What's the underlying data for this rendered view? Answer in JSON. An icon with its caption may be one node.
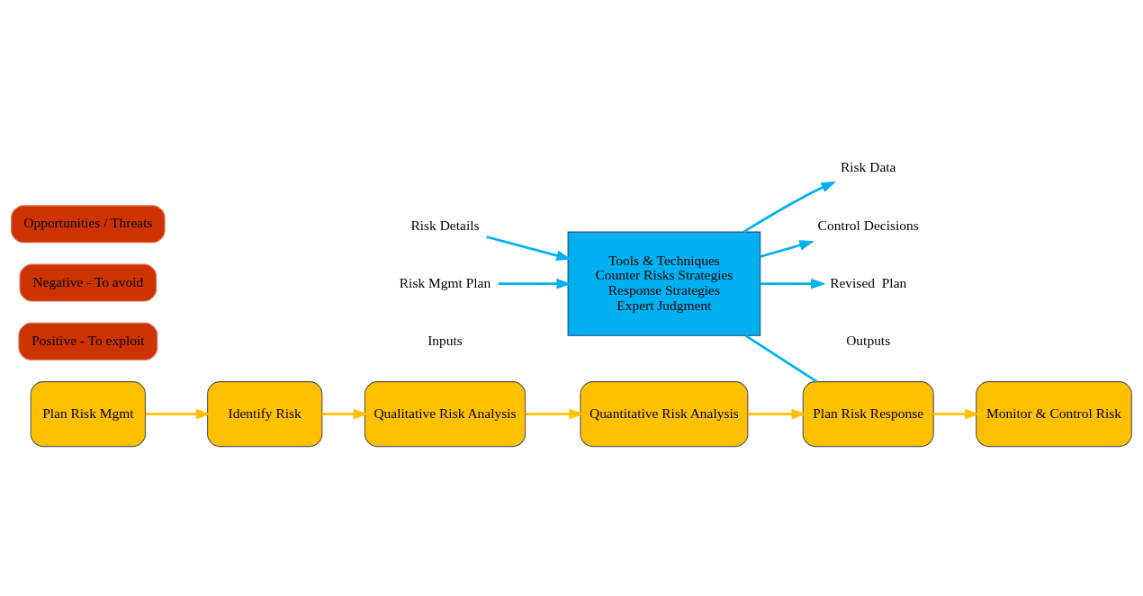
{
  "diagram": {
    "nodes": [
      {
        "text": [
          "Risk Details"
        ]
      },
      {
        "text": [
          "Risk Mgmt Plan"
        ]
      },
      {
        "text": [
          "Tools & Techniques",
          "Counter Risks Strategies",
          "Response Strategies",
          "Expert Judgment"
        ]
      },
      {
        "text": [
          "Risk Data"
        ]
      },
      {
        "text": [
          "Control Decisions"
        ]
      },
      {
        "text": [
          "Revised  Plan"
        ]
      },
      {
        "text": [
          "Opportunities / Threats"
        ]
      },
      {
        "text": [
          "Negative - To avoid"
        ]
      },
      {
        "text": [
          "Positive - To exploit"
        ]
      },
      {
        "text": [
          "Plan Risk Mgmt"
        ]
      },
      {
        "text": [
          "Identify Risk"
        ]
      },
      {
        "text": [
          "Qualitative Risk Analysis"
        ]
      },
      {
        "text": [
          "Quantitative Risk Analysis"
        ]
      },
      {
        "text": [
          "Plan Risk Response"
        ]
      },
      {
        "text": [
          "Monitor & Control Risk"
        ]
      }
    ],
    "edges": [
      {
        "from": 0,
        "to": 2,
        "arrow": "to",
        "color": "#00b0f0"
      },
      {
        "from": 1,
        "to": 2,
        "arrow": "to",
        "color": "#00b0f0"
      },
      {
        "from": 2,
        "to": 3,
        "arrow": "to",
        "color": "#00b0f0"
      },
      {
        "from": 2,
        "to": 4,
        "arrow": "to",
        "color": "#00b0f0"
      },
      {
        "from": 2,
        "to": 5,
        "arrow": "to",
        "color": "#00b0f0"
      },
      {
        "from": 2,
        "to": 13,
        "arrow": "none",
        "color": "#00b0f0"
      },
      {
        "from": 9,
        "to": 10,
        "arrow": "to",
        "color": "#ffc000"
      },
      {
        "from": 10,
        "to": 11,
        "arrow": "to",
        "color": "#ffc000"
      },
      {
        "from": 11,
        "to": 12,
        "arrow": "to",
        "color": "#ffc000"
      },
      {
        "from": 12,
        "to": 13,
        "arrow": "to",
        "color": "#ffc000"
      },
      {
        "from": 13,
        "to": 14,
        "arrow": "to",
        "color": "#ffc000"
      }
    ],
    "labels": [
      "Inputs",
      "Outputs"
    ]
  }
}
